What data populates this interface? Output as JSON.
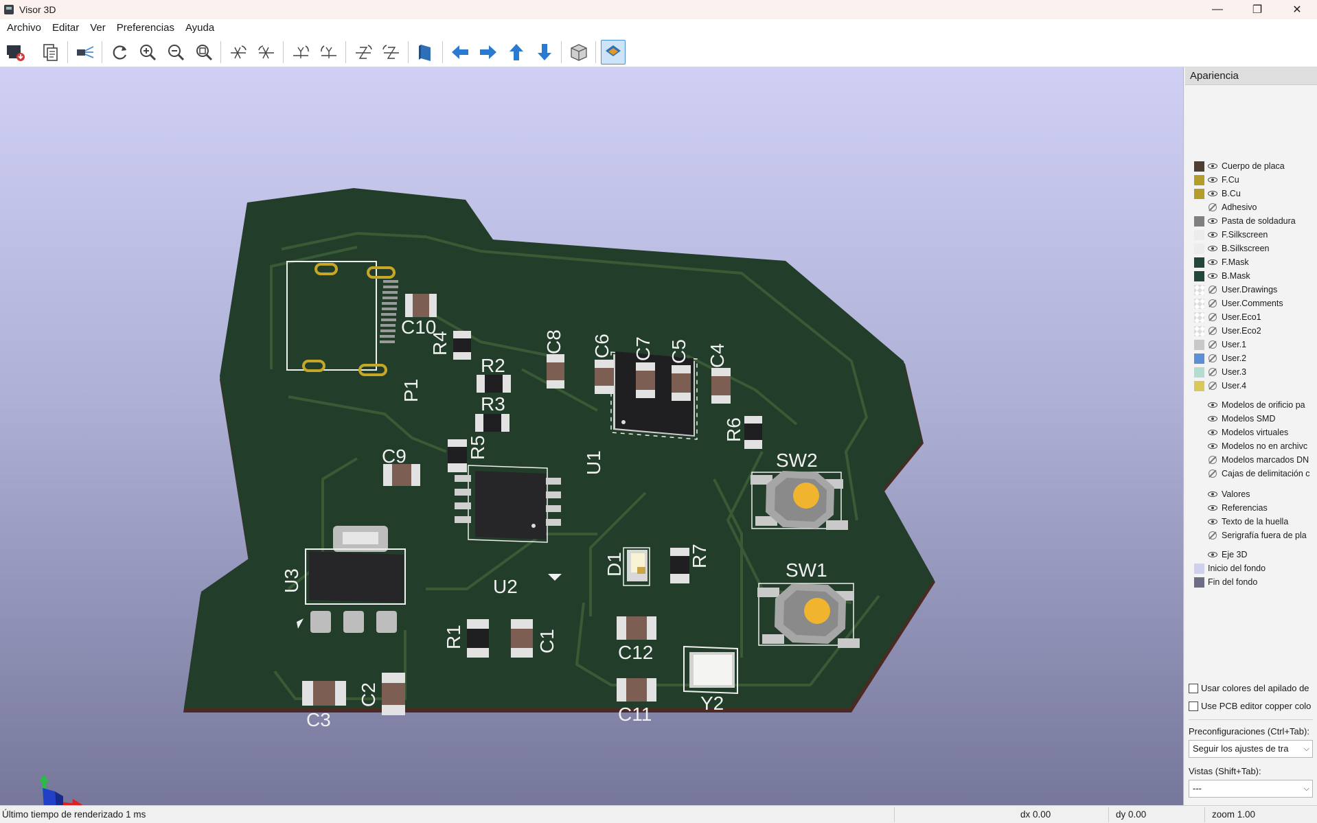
{
  "window": {
    "title": "Visor 3D"
  },
  "menubar": {
    "items": [
      "Archivo",
      "Editar",
      "Ver",
      "Preferencias",
      "Ayuda"
    ]
  },
  "toolbar": {
    "buttons": [
      "render-raytracing",
      "copy-to-clipboard",
      "render-options",
      "reload-board",
      "zoom-in",
      "zoom-out",
      "zoom-fit",
      "rotate-x-cw",
      "rotate-x-ccw",
      "rotate-y-cw",
      "rotate-y-ccw",
      "rotate-z-cw",
      "rotate-z-ccw",
      "flip-board",
      "pan-left",
      "pan-right",
      "pan-up",
      "pan-down",
      "orthographic-toggle",
      "appearance-panel-toggle"
    ]
  },
  "board": {
    "refs": [
      "C10",
      "R4",
      "R2",
      "R3",
      "R5",
      "P1",
      "C9",
      "C8",
      "C6",
      "C7",
      "C5",
      "C4",
      "R6",
      "U1",
      "SW2",
      "U3",
      "U2",
      "D1",
      "R7",
      "SW1",
      "R1",
      "C1",
      "C12",
      "C2",
      "C3",
      "C11",
      "Y2"
    ]
  },
  "panel": {
    "title": "Apariencia",
    "layers": [
      {
        "name": "Cuerpo de placa",
        "color": "#4d4032",
        "vis": "eye"
      },
      {
        "name": "F.Cu",
        "color": "#b39d2a",
        "vis": "eye"
      },
      {
        "name": "B.Cu",
        "color": "#b39d2a",
        "vis": "eye"
      },
      {
        "name": "Adhesivo",
        "color": "none",
        "vis": "off"
      },
      {
        "name": "Pasta de soldadura",
        "color": "#7f7f7f",
        "vis": "eye"
      },
      {
        "name": "F.Silkscreen",
        "color": "#ececec",
        "vis": "eye"
      },
      {
        "name": "B.Silkscreen",
        "color": "#ececec",
        "vis": "eye"
      },
      {
        "name": "F.Mask",
        "color": "#23463a",
        "vis": "eye"
      },
      {
        "name": "B.Mask",
        "color": "#23463a",
        "vis": "eye"
      },
      {
        "name": "User.Drawings",
        "color": "checker",
        "vis": "off"
      },
      {
        "name": "User.Comments",
        "color": "checker",
        "vis": "off"
      },
      {
        "name": "User.Eco1",
        "color": "checker",
        "vis": "off"
      },
      {
        "name": "User.Eco2",
        "color": "checker",
        "vis": "off"
      },
      {
        "name": "User.1",
        "color": "#c8c8c8",
        "vis": "off"
      },
      {
        "name": "User.2",
        "color": "#5c8fd6",
        "vis": "off"
      },
      {
        "name": "User.3",
        "color": "#b4dcd0",
        "vis": "off"
      },
      {
        "name": "User.4",
        "color": "#d9c95a",
        "vis": "off"
      }
    ],
    "models": [
      {
        "name": "Modelos de orificio pa",
        "vis": "eye"
      },
      {
        "name": "Modelos SMD",
        "vis": "eye"
      },
      {
        "name": "Modelos virtuales",
        "vis": "eye"
      },
      {
        "name": "Modelos no en archivc",
        "vis": "eye"
      },
      {
        "name": "Modelos marcados DN",
        "vis": "off"
      },
      {
        "name": "Cajas de delimitación c",
        "vis": "off"
      }
    ],
    "texts": [
      {
        "name": "Valores",
        "vis": "eye"
      },
      {
        "name": "Referencias",
        "vis": "eye"
      },
      {
        "name": "Texto de la huella",
        "vis": "eye"
      },
      {
        "name": "Serigrafía fuera de pla",
        "vis": "off"
      }
    ],
    "misc": [
      {
        "name": "Eje 3D",
        "color": "none",
        "vis": "eye"
      },
      {
        "name": "Inicio del fondo",
        "color": "#cfd0ef",
        "vis": "none"
      },
      {
        "name": "Fin del fondo",
        "color": "#6c6c86",
        "vis": "none"
      }
    ],
    "checkbox_stackup": "Usar colores del apilado de",
    "checkbox_copper": "Use PCB editor copper colo",
    "presets_label": "Preconfiguraciones (Ctrl+Tab):",
    "presets_value": "Seguir los ajustes de tra",
    "views_label": "Vistas (Shift+Tab):",
    "views_value": "---"
  },
  "statusbar": {
    "render_time": "Último tiempo de renderizado 1 ms",
    "dx": "dx 0.00",
    "dy": "dy 0.00",
    "zoom": "zoom 1.00"
  },
  "colors": {
    "board": "#223d2a",
    "copper": "#b39d2a",
    "silk": "#f0f0f0",
    "accent": "#4b8fd1"
  }
}
